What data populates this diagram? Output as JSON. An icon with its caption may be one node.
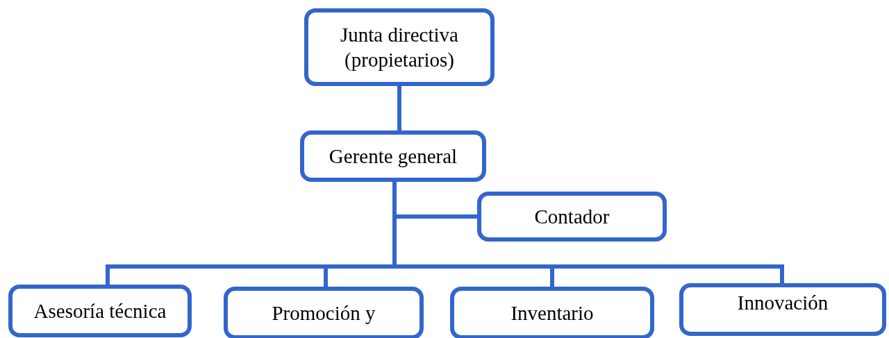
{
  "diagram": {
    "nodes": [
      {
        "text": [
          "Junta directiva (propietarios)"
        ]
      },
      {
        "text": [
          "Gerente general"
        ]
      },
      {
        "text": [
          "Contador"
        ]
      },
      {
        "text": [
          "Asesoría técnica"
        ]
      },
      {
        "text": [
          "Promoción y"
        ]
      },
      {
        "text": [
          "Inventario"
        ]
      },
      {
        "text": [
          "Innovación"
        ]
      }
    ],
    "edges": [
      {
        "from": 0,
        "to": 1,
        "arrow": "none"
      },
      {
        "from": 1,
        "to": 2,
        "arrow": "none"
      },
      {
        "from": 1,
        "to": 3,
        "arrow": "none"
      },
      {
        "from": 1,
        "to": 4,
        "arrow": "none"
      },
      {
        "from": 1,
        "to": 5,
        "arrow": "none"
      },
      {
        "from": 1,
        "to": 6,
        "arrow": "none"
      }
    ]
  }
}
